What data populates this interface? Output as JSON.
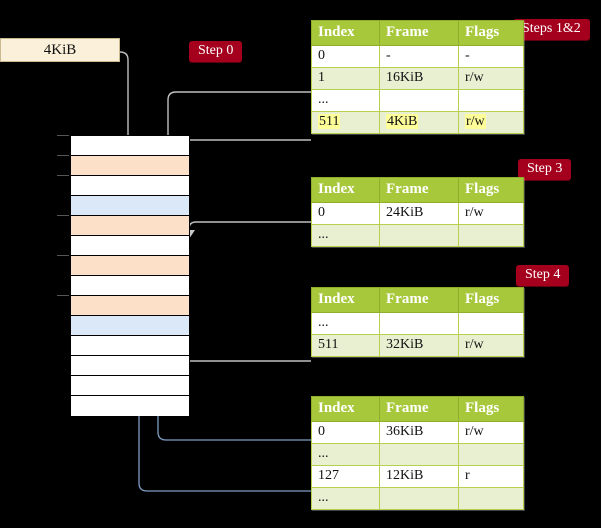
{
  "diagram": {
    "title_request": "4KiB",
    "steps": [
      {
        "id": "step0",
        "label": "Step 0"
      },
      {
        "id": "steps12",
        "label": "Steps 1&2"
      },
      {
        "id": "step3",
        "label": "Step 3"
      },
      {
        "id": "step4",
        "label": "Step 4"
      }
    ],
    "colors": {
      "badge_bg": "#a4001e",
      "badge_text": "#ffffff",
      "table_header_bg": "#a8c83c",
      "table_alt_row_bg": "#e9f0d2",
      "table_border": "#b7d04f",
      "request_box_bg": "#fbf0d9",
      "frame_pagetable": "#fde0c8",
      "frame_page": "#dbe8f7",
      "frame_free": "#ffffff",
      "highlight": "#ffff99",
      "wire_gray": "#bfbfbf",
      "wire_blue": "#7d9dc4",
      "background": "#000000"
    },
    "columns": [
      "Index",
      "Frame",
      "Flags"
    ],
    "tables": [
      {
        "name": "pml4-table",
        "rows": [
          {
            "index": "0",
            "frame": "-",
            "flags": "-",
            "style": "plain",
            "highlight": false
          },
          {
            "index": "1",
            "frame": "16KiB",
            "flags": "r/w",
            "style": "alt",
            "highlight": false
          },
          {
            "index": "...",
            "frame": "",
            "flags": "",
            "style": "plain",
            "highlight": false
          },
          {
            "index": "511",
            "frame": "4KiB",
            "flags": "r/w",
            "style": "alt",
            "highlight": true
          }
        ]
      },
      {
        "name": "level3-table",
        "rows": [
          {
            "index": "0",
            "frame": "24KiB",
            "flags": "r/w",
            "style": "plain",
            "highlight": false
          },
          {
            "index": "...",
            "frame": "",
            "flags": "",
            "style": "alt",
            "highlight": false
          }
        ]
      },
      {
        "name": "level2-table",
        "rows": [
          {
            "index": "...",
            "frame": "",
            "flags": "",
            "style": "plain",
            "highlight": false
          },
          {
            "index": "511",
            "frame": "32KiB",
            "flags": "r/w",
            "style": "alt",
            "highlight": false
          }
        ]
      },
      {
        "name": "level1-table",
        "rows": [
          {
            "index": "0",
            "frame": "36KiB",
            "flags": "r/w",
            "style": "plain",
            "highlight": false
          },
          {
            "index": "...",
            "frame": "",
            "flags": "",
            "style": "alt",
            "highlight": false
          },
          {
            "index": "127",
            "frame": "12KiB",
            "flags": "r",
            "style": "plain",
            "highlight": false
          },
          {
            "index": "...",
            "frame": "",
            "flags": "",
            "style": "alt",
            "highlight": false
          }
        ]
      }
    ],
    "memory_frames": [
      {
        "kind": "free",
        "tick": true
      },
      {
        "kind": "pagetable",
        "tick": true
      },
      {
        "kind": "free",
        "tick": true
      },
      {
        "kind": "page",
        "tick": false
      },
      {
        "kind": "pagetable",
        "tick": true
      },
      {
        "kind": "free",
        "tick": false
      },
      {
        "kind": "pagetable",
        "tick": true
      },
      {
        "kind": "free",
        "tick": false
      },
      {
        "kind": "pagetable",
        "tick": true
      },
      {
        "kind": "page",
        "tick": false
      },
      {
        "kind": "free",
        "tick": false
      },
      {
        "kind": "free",
        "tick": false
      },
      {
        "kind": "free",
        "tick": false
      },
      {
        "kind": "free",
        "tick": false
      }
    ]
  }
}
